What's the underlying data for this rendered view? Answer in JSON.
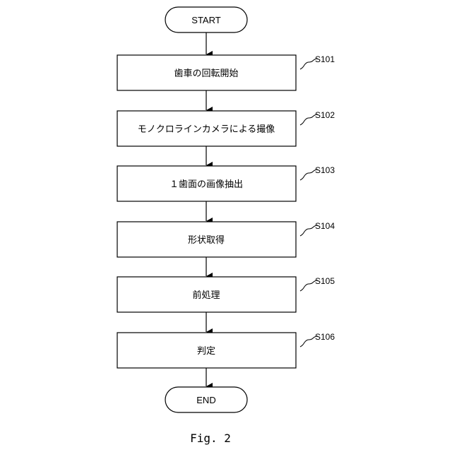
{
  "start": {
    "label": "START"
  },
  "end": {
    "label": "END"
  },
  "steps": [
    {
      "id": "S101",
      "label": "歯車の回転開始"
    },
    {
      "id": "S102",
      "label": "モノクロラインカメラによる撮像"
    },
    {
      "id": "S103",
      "label": "１歯面の画像抽出"
    },
    {
      "id": "S104",
      "label": "形状取得"
    },
    {
      "id": "S105",
      "label": "前処理"
    },
    {
      "id": "S106",
      "label": "判定"
    }
  ],
  "caption": "Fig. 2"
}
